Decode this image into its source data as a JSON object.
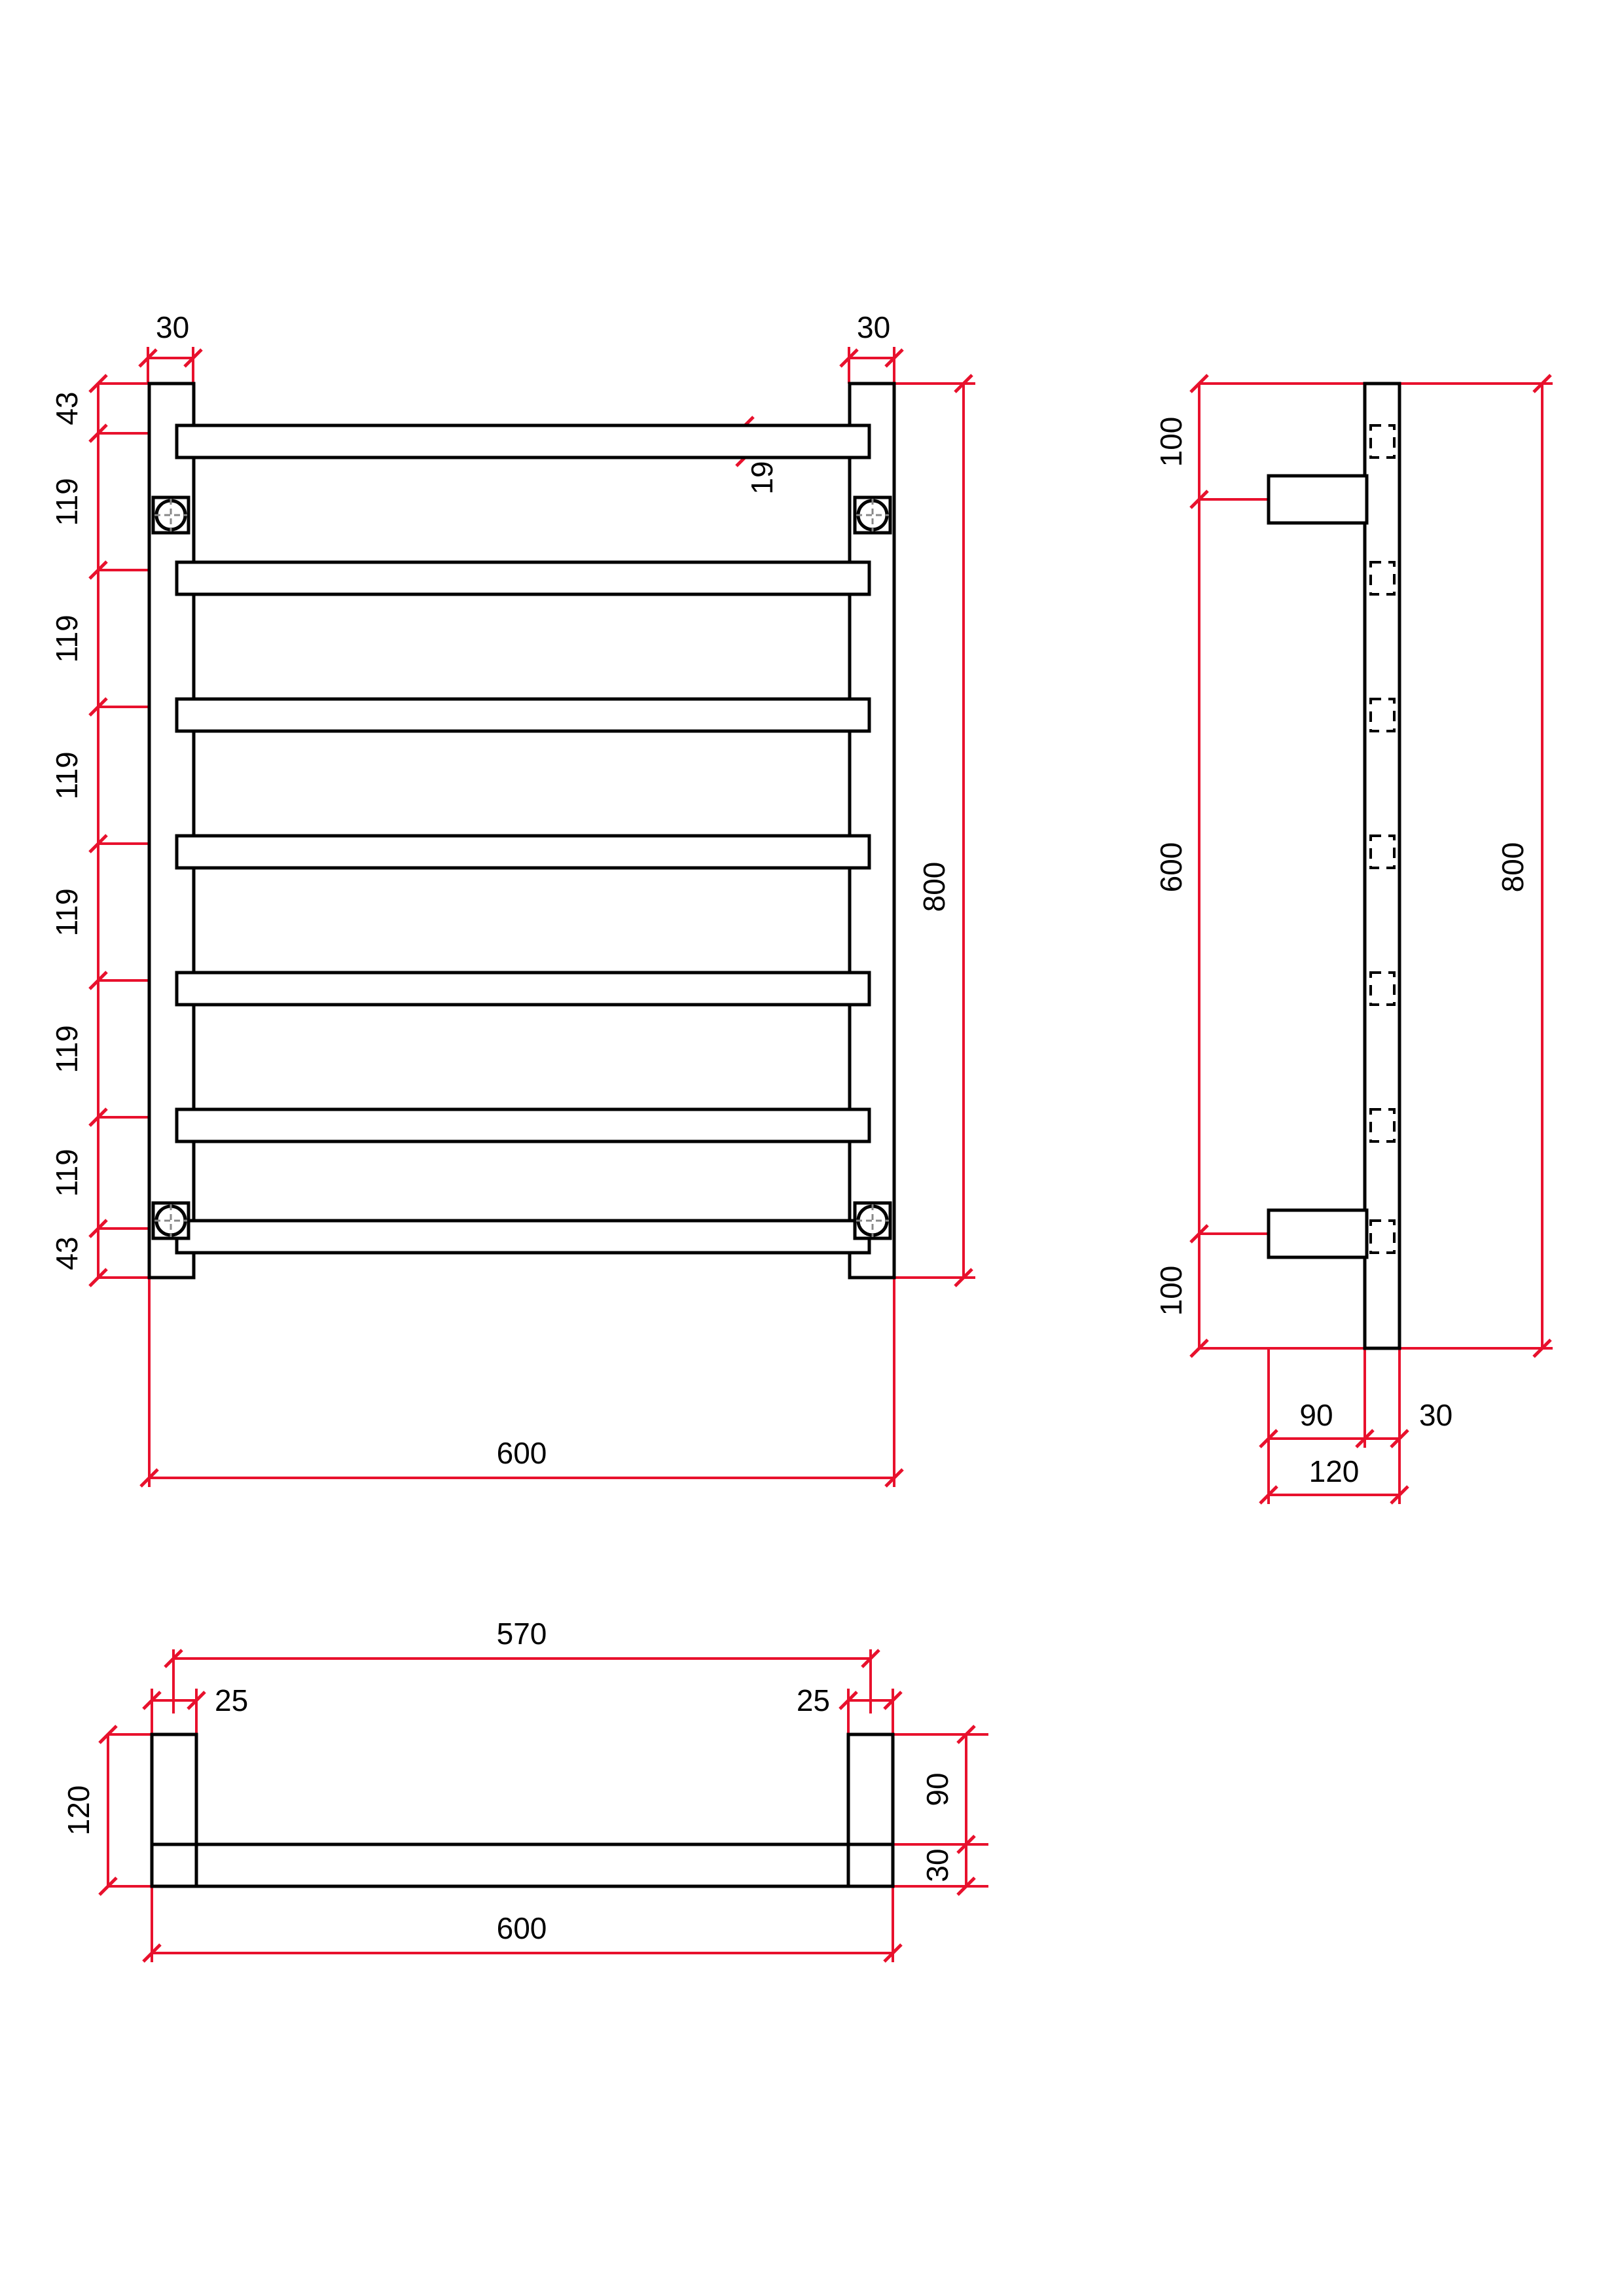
{
  "drawing": {
    "type": "orthographic-engineering-drawing",
    "subject": "heated-towel-rail-ladder",
    "units": "mm",
    "line_colors": {
      "geometry": "#000000",
      "dimension": "#e8112d",
      "hidden": "#000000"
    },
    "background": "#ffffff"
  },
  "views": {
    "front": {
      "name": "front-elevation",
      "overall_width": "600",
      "overall_height": "800",
      "post_width": "30",
      "rail_thickness": "19",
      "rail_count": 7,
      "bracket_count": 2,
      "vertical_chain": [
        "43",
        "119",
        "119",
        "119",
        "119",
        "119",
        "119",
        "43"
      ],
      "dim_top_left_post": "30",
      "dim_top_right_post": "30",
      "dim_rail_thickness": "19",
      "dim_overall_height": "800",
      "dim_overall_width": "600"
    },
    "side": {
      "name": "side-elevation",
      "overall_height": "800",
      "bracket_span": "600",
      "dim_top_offset": "100",
      "dim_bottom_offset": "100",
      "dim_bracket_span": "600",
      "dim_overall_height": "800",
      "dim_bracket_projection": "90",
      "dim_post_depth": "30",
      "dim_total_depth": "120",
      "hidden_rail_count": 7,
      "wall_bracket_count": 2
    },
    "plan": {
      "name": "plan-view",
      "dim_inner_width": "570",
      "dim_overall_width": "600",
      "dim_end_left": "25",
      "dim_end_right": "25",
      "dim_depth": "120",
      "dim_bracket_projection": "90",
      "dim_rail_depth": "30"
    }
  },
  "dimension_labels": {
    "front": {
      "t30_left": "30",
      "t30_right": "30",
      "v43_top": "43",
      "v119_1": "119",
      "v119_2": "119",
      "v119_3": "119",
      "v119_4": "119",
      "v119_5": "119",
      "v119_6": "119",
      "v43_bottom": "43",
      "r19": "19",
      "h800": "800",
      "w600": "600"
    },
    "side": {
      "v100_top": "100",
      "v600": "600",
      "v100_bottom": "100",
      "h800": "800",
      "d90": "90",
      "d30": "30",
      "d120": "120"
    },
    "plan": {
      "w570": "570",
      "e25_left": "25",
      "e25_right": "25",
      "d120": "120",
      "d90": "90",
      "d30": "30",
      "w600": "600"
    }
  }
}
